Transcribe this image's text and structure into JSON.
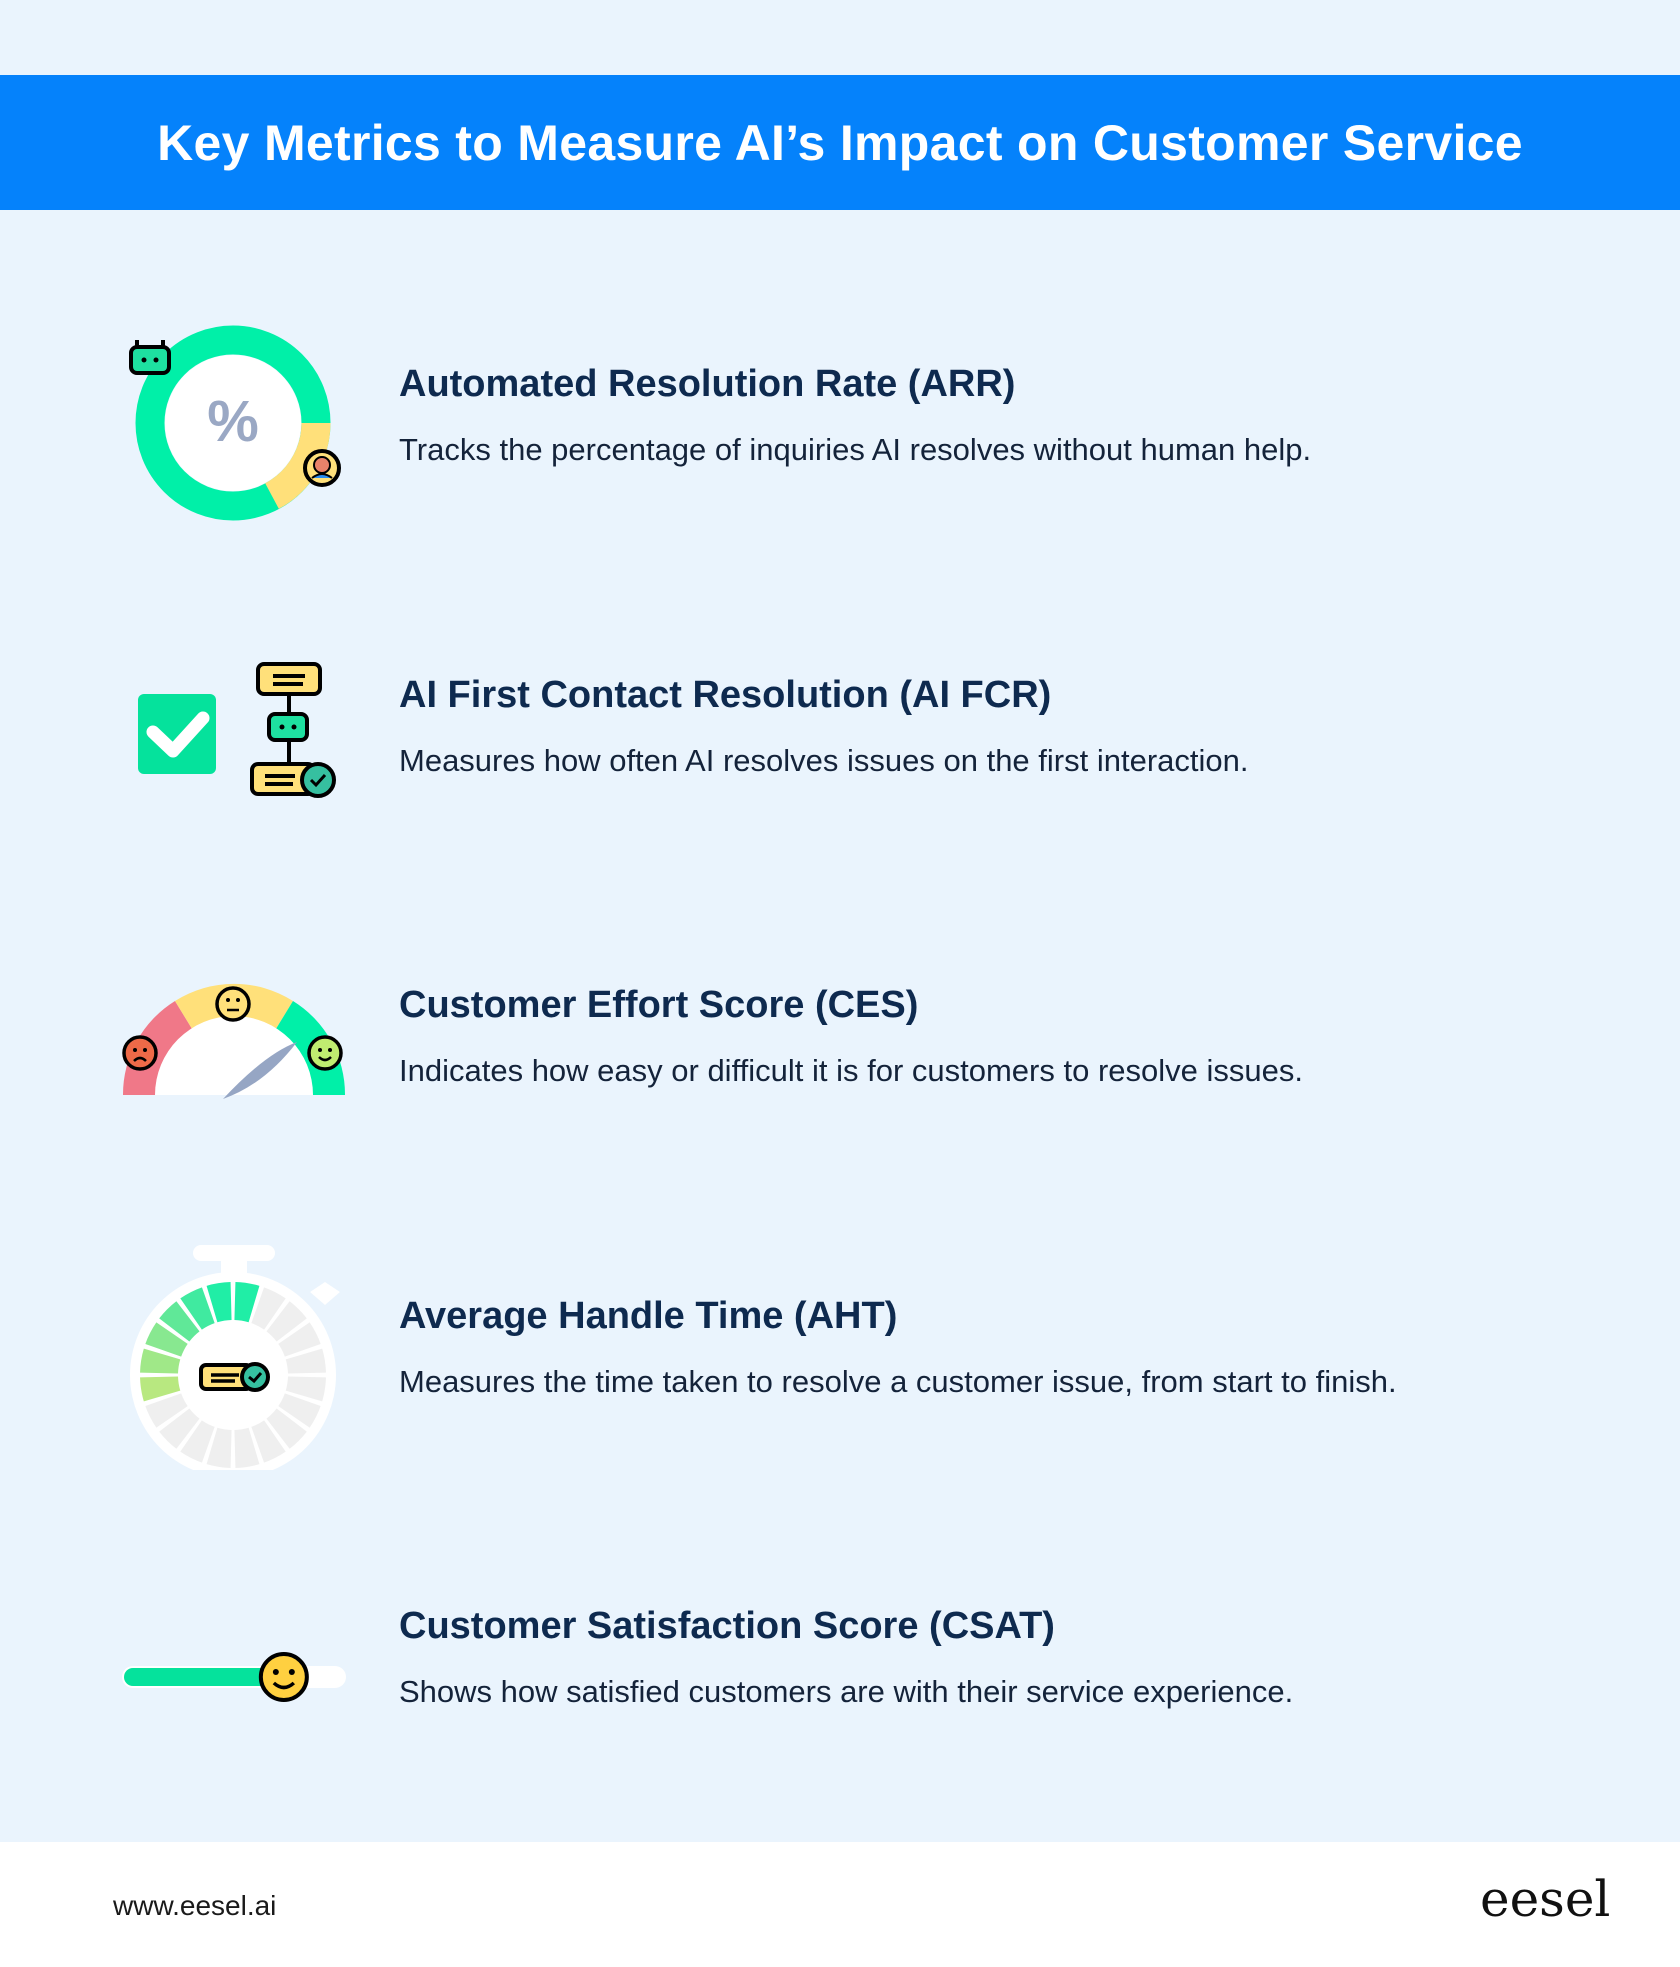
{
  "header": {
    "title": "Key Metrics to Measure AI’s Impact on Customer Service"
  },
  "metrics": [
    {
      "title": "Automated Resolution Rate (ARR)",
      "description": "Tracks the percentage of inquiries AI resolves without human help.",
      "icon": "percent-donut-icon"
    },
    {
      "title": "AI First Contact Resolution (AI FCR)",
      "description": "Measures how often AI resolves issues on the first interaction.",
      "icon": "checkbox-flow-icon"
    },
    {
      "title": "Customer Effort Score (CES)",
      "description": "Indicates how easy or difficult it is for customers to resolve issues.",
      "icon": "gauge-icon"
    },
    {
      "title": "Average Handle Time (AHT)",
      "description": "Measures the time taken to resolve a customer issue, from start to finish.",
      "icon": "stopwatch-icon"
    },
    {
      "title": "Customer Satisfaction Score (CSAT)",
      "description": "Shows how satisfied customers are with their service experience.",
      "icon": "satisfaction-slider-icon"
    }
  ],
  "donut": {
    "symbol": "%",
    "ai_share": 0.85
  },
  "csat_slider": {
    "level": 0.72
  },
  "footer": {
    "url": "www.eesel.ai",
    "logo": "eesel"
  },
  "colors": {
    "brand": "#0582fb",
    "green": "#00f0a8",
    "yellow": "#ffe07a",
    "red": "#f07888",
    "heading": "#0e2a4f"
  }
}
